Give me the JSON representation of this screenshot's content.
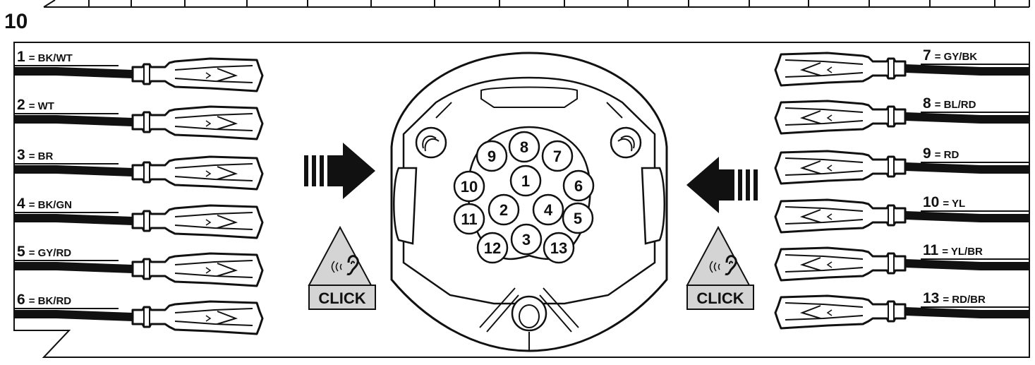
{
  "step_number": "10",
  "click_label": "CLICK",
  "wires_left": [
    {
      "num": "1",
      "code": "= BK/WT"
    },
    {
      "num": "2",
      "code": "= WT"
    },
    {
      "num": "3",
      "code": "= BR"
    },
    {
      "num": "4",
      "code": "= BK/GN"
    },
    {
      "num": "5",
      "code": "= GY/RD"
    },
    {
      "num": "6",
      "code": "= BK/RD"
    }
  ],
  "wires_right": [
    {
      "num": "7",
      "code": "= GY/BK"
    },
    {
      "num": "8",
      "code": "= BL/RD"
    },
    {
      "num": "9",
      "code": "= RD"
    },
    {
      "num": "10",
      "code": "= YL"
    },
    {
      "num": "11",
      "code": "= YL/BR"
    },
    {
      "num": "13",
      "code": "= RD/BR"
    }
  ],
  "socket_pins": [
    "1",
    "2",
    "3",
    "4",
    "5",
    "6",
    "7",
    "8",
    "9",
    "10",
    "11",
    "12",
    "13"
  ],
  "icons": {
    "arrow": "push-arrow-icon",
    "ear": "ear-sound-icon",
    "terminal": "crimp-terminal-icon",
    "socket": "trailer-socket-13-pin-icon"
  }
}
